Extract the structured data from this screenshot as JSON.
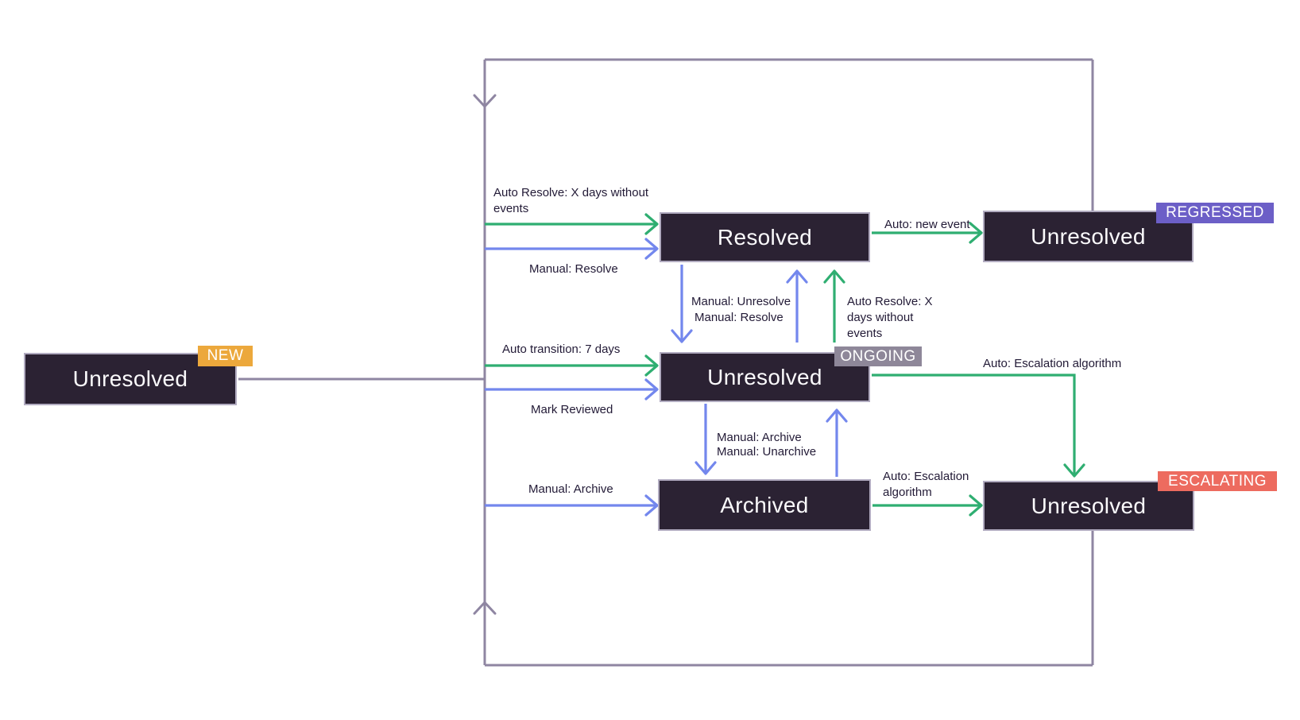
{
  "colors": {
    "box_fill": "#2b2233",
    "box_border": "#b1abc0",
    "box_text": "#fbfafc",
    "edge_green": "#2fae71",
    "edge_blue": "#7387ed",
    "loop_line": "#8f86a2",
    "label_text": "#221a36",
    "badge_new": "#eca83c",
    "badge_regressed": "#6c5fc7",
    "badge_ongoing": "#8e8799",
    "badge_escalating": "#ed6b5f",
    "badge_text": "#ffffff",
    "background": "#ffffff"
  },
  "nodes": {
    "new": {
      "label": "Unresolved",
      "badge": "NEW"
    },
    "resolved": {
      "label": "Resolved"
    },
    "regressed": {
      "label": "Unresolved",
      "badge": "REGRESSED"
    },
    "ongoing": {
      "label": "Unresolved",
      "badge": "ONGOING"
    },
    "archived": {
      "label": "Archived"
    },
    "escalating": {
      "label": "Unresolved",
      "badge": "ESCALATING"
    }
  },
  "edges": {
    "auto_resolve_top": "Auto Resolve: X days without events",
    "manual_resolve_top": "Manual: Resolve",
    "auto_new_event": "Auto: new event",
    "manual_unresolve": "Manual: Unresolve",
    "manual_resolve_mid": "Manual: Resolve",
    "auto_resolve_mid": "Auto Resolve: X days without events",
    "auto_transition": "Auto transition: 7 days",
    "mark_reviewed": "Mark Reviewed",
    "auto_escalation_right": "Auto: Escalation algorithm",
    "manual_archive_mid": "Manual: Archive",
    "manual_unarchive": "Manual: Unarchive",
    "manual_archive_left": "Manual: Archive",
    "auto_escalation_bottom": "Auto: Escalation algorithm"
  }
}
